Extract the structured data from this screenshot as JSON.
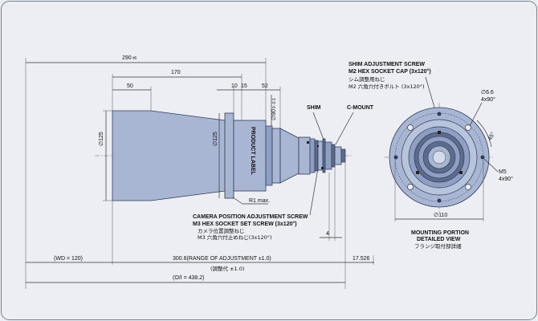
{
  "dims": {
    "d290": "290",
    "d290_tol": "±6",
    "d170": "170",
    "d50": "50",
    "d10": "10",
    "d15": "15",
    "d52": "52",
    "phi90": "∅90",
    "phi90_tol": "0 -0.1",
    "phi125_left": "∅125",
    "phi125_right": "∅125",
    "r1": "R1 max.",
    "d4": "4",
    "wd": "(WD = 120)",
    "range": "300.6(RANGE OF ADJUSTMENT ±1.0)",
    "range_jp": "(調整代 ±1.0)",
    "oi": "(O/I = 438.2)",
    "d17": "17.526",
    "phi66": "∅6.6",
    "phi66_count": "4x90°",
    "deg45": "45°",
    "m5": "M5",
    "m5_count": "4x90°",
    "phi110": "∅110"
  },
  "labels": {
    "product_label": "PRODUCT LABEL",
    "shim": "SHIM",
    "cmount": "C-MOUNT",
    "shim_screw_1": "SHIM ADJUSTMENT SCREW",
    "shim_screw_2": "M2 HEX SOCKET CAP (3x120°)",
    "shim_screw_jp1": "シム調整用ねじ",
    "shim_screw_jp2": "M2 六角穴付きボルト (3x120°)",
    "cam_screw_1": "CAMERA POSITION ADJUSTMENT SCREW",
    "cam_screw_2": "M3 HEX SOCKET SET SCREW (3x120°)",
    "cam_screw_jp1": "カメラ位置調整ねじ",
    "cam_screw_jp2": "M3 六角穴付止めねじ(3x120°)",
    "mount_1": "MOUNTING PORTION",
    "mount_2": "DETAILED VIEW",
    "mount_jp": "フランジ取付部詳細"
  },
  "colors": {
    "background": "#eceef3",
    "lens_body": "#a9b6d3",
    "outline": "#2f3a55"
  }
}
